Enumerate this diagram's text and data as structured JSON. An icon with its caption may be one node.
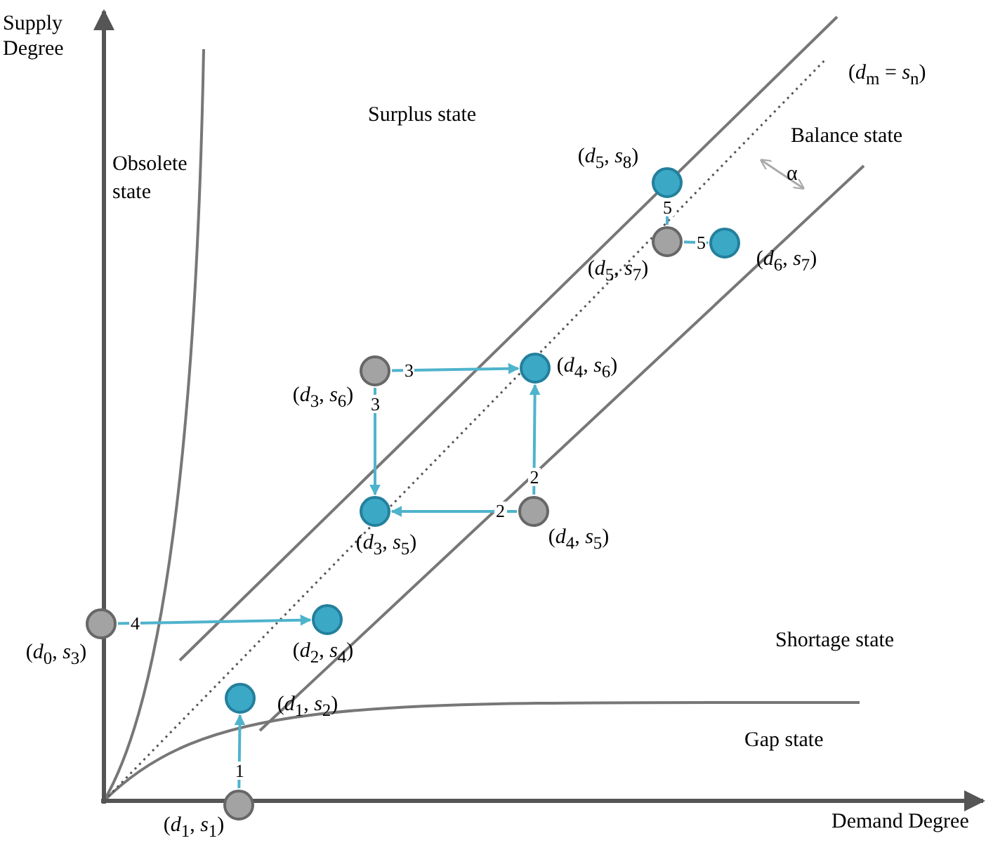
{
  "diagram": {
    "nodes": [
      {
        "text": [],
        "shape": "circle",
        "beside": [
          "(*d*$_{5}$, *s*$_{8}$)"
        ]
      },
      {
        "text": [],
        "shape": "circle",
        "beside": [
          "(*d*$_{5}$, *s*$_{7}$)"
        ]
      },
      {
        "text": [],
        "shape": "circle",
        "beside": [
          "(*d*$_{6}$, *s*$_{7}$)"
        ]
      },
      {
        "text": [],
        "shape": "circle",
        "beside": [
          "(*d*$_{3}$, *s*$_{6}$)"
        ]
      },
      {
        "text": [],
        "shape": "circle",
        "beside": [
          "(*d*$_{4}$, *s*$_{6}$)"
        ]
      },
      {
        "text": [],
        "shape": "circle",
        "beside": [
          "(*d*$_{3}$, *s*$_{5}$)"
        ]
      },
      {
        "text": [],
        "shape": "circle",
        "beside": [
          "(*d*$_{4}$, *s*$_{5}$)"
        ]
      },
      {
        "text": [],
        "shape": "circle",
        "beside": [
          "(*d*$_{0}$, *s*$_{3}$)"
        ]
      },
      {
        "text": [],
        "shape": "circle",
        "beside": [
          "(*d*$_{2}$, *s*$_{4}$)"
        ]
      },
      {
        "text": [],
        "shape": "circle",
        "beside": [
          "(*d*$_{1}$, *s*$_{2}$)"
        ]
      },
      {
        "text": [],
        "shape": "circle",
        "beside": [
          "(*d*$_{1}$, *s*$_{1}$)"
        ]
      }
    ],
    "edges": [
      {
        "from": 10,
        "to": 9,
        "arrow": "to",
        "label": "1"
      },
      {
        "from": 6,
        "to": 5,
        "arrow": "to",
        "label": "2"
      },
      {
        "from": 6,
        "to": 4,
        "arrow": "to",
        "label": "2"
      },
      {
        "from": 3,
        "to": 4,
        "arrow": "to",
        "label": "3"
      },
      {
        "from": 3,
        "to": 5,
        "arrow": "to",
        "label": "3"
      },
      {
        "from": 7,
        "to": 8,
        "arrow": "to",
        "label": "4"
      },
      {
        "from": 1,
        "to": 0,
        "arrow": "to",
        "label": "5"
      },
      {
        "from": 1,
        "to": 2,
        "arrow": "to",
        "label": "5"
      }
    ],
    "labels": [
      "Supply Degree",
      "(*d*$_{m}$ = *s*$_{n}$)",
      "Surplus state",
      "Obsolete state",
      "Balance state",
      "α",
      "Shortage state",
      "Gap state",
      "Demand Degree"
    ]
  }
}
